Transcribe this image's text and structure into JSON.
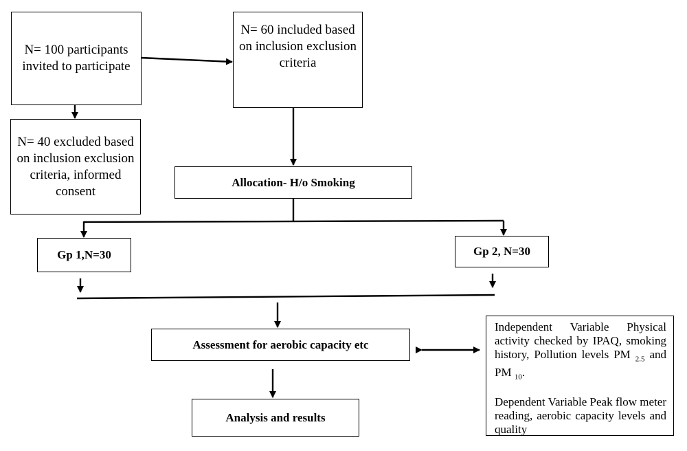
{
  "boxes": {
    "invited": "N= 100 participants invited to participate",
    "included": "N= 60 included based on inclusion exclusion criteria",
    "excluded": "N= 40 excluded based on inclusion exclusion criteria, informed consent",
    "allocation": "Allocation- H/o Smoking",
    "group1": "Gp 1,N=30",
    "group2": "Gp 2, N=30",
    "assessment": "Assessment for aerobic capacity etc",
    "analysis": "Analysis and results"
  },
  "variables": {
    "independent": {
      "text": "Independent Variable Physical activity checked by IPAQ, smoking history, Pollution levels PM",
      "sub1": "2.5",
      "and": "and PM",
      "sub2": "10",
      "end": "."
    },
    "dependent": "Dependent Variable Peak flow meter reading, aerobic capacity levels and quality"
  }
}
